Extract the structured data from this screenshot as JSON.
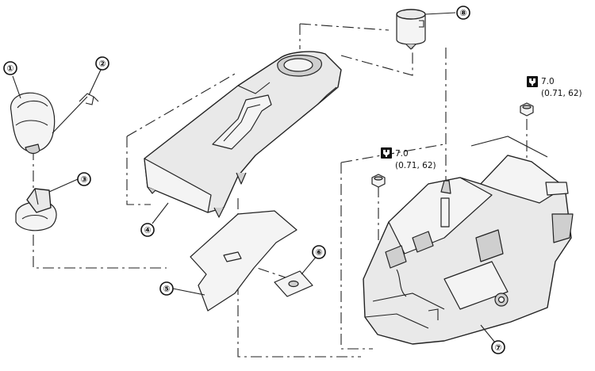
{
  "callouts": [
    {
      "id": "c1",
      "label": "①"
    },
    {
      "id": "c2",
      "label": "②"
    },
    {
      "id": "c3",
      "label": "③"
    },
    {
      "id": "c4",
      "label": "④"
    },
    {
      "id": "c5",
      "label": "⑤"
    },
    {
      "id": "c6",
      "label": "⑥"
    },
    {
      "id": "c7",
      "label": "⑦"
    },
    {
      "id": "c8",
      "label": "⑧"
    }
  ],
  "torque_specs": [
    {
      "value": "7.0",
      "unit_value": "(0.71, 62)",
      "icon": "torque-wrench-icon"
    },
    {
      "value": "7.0",
      "unit_value": "(0.71, 62)",
      "icon": "torque-wrench-icon"
    }
  ]
}
